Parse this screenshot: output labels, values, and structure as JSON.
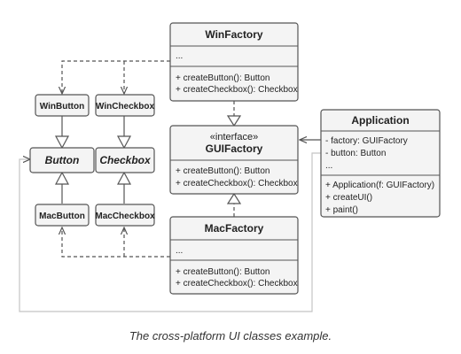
{
  "classes": {
    "winfactory": {
      "name": "WinFactory",
      "fields": [
        "..."
      ],
      "methods": [
        "+ createButton(): Button",
        "+ createCheckbox(): Checkbox"
      ]
    },
    "guifactory": {
      "stereotype": "«interface»",
      "name": "GUIFactory",
      "methods": [
        "+ createButton(): Button",
        "+ createCheckbox(): Checkbox"
      ]
    },
    "macfactory": {
      "name": "MacFactory",
      "fields": [
        "..."
      ],
      "methods": [
        "+ createButton(): Button",
        "+ createCheckbox(): Checkbox"
      ]
    },
    "application": {
      "name": "Application",
      "fields": [
        "- factory: GUIFactory",
        "- button: Button",
        "..."
      ],
      "methods": [
        "+ Application(f: GUIFactory)",
        "+ createUI()",
        "+ paint()"
      ]
    },
    "winbutton": {
      "name": "WinButton"
    },
    "wincheckbox": {
      "name": "WinCheckbox"
    },
    "button": {
      "name": "Button"
    },
    "checkbox": {
      "name": "Checkbox"
    },
    "macbutton": {
      "name": "MacButton"
    },
    "maccheckbox": {
      "name": "MacCheckbox"
    }
  },
  "caption": "The cross-platform UI classes example."
}
